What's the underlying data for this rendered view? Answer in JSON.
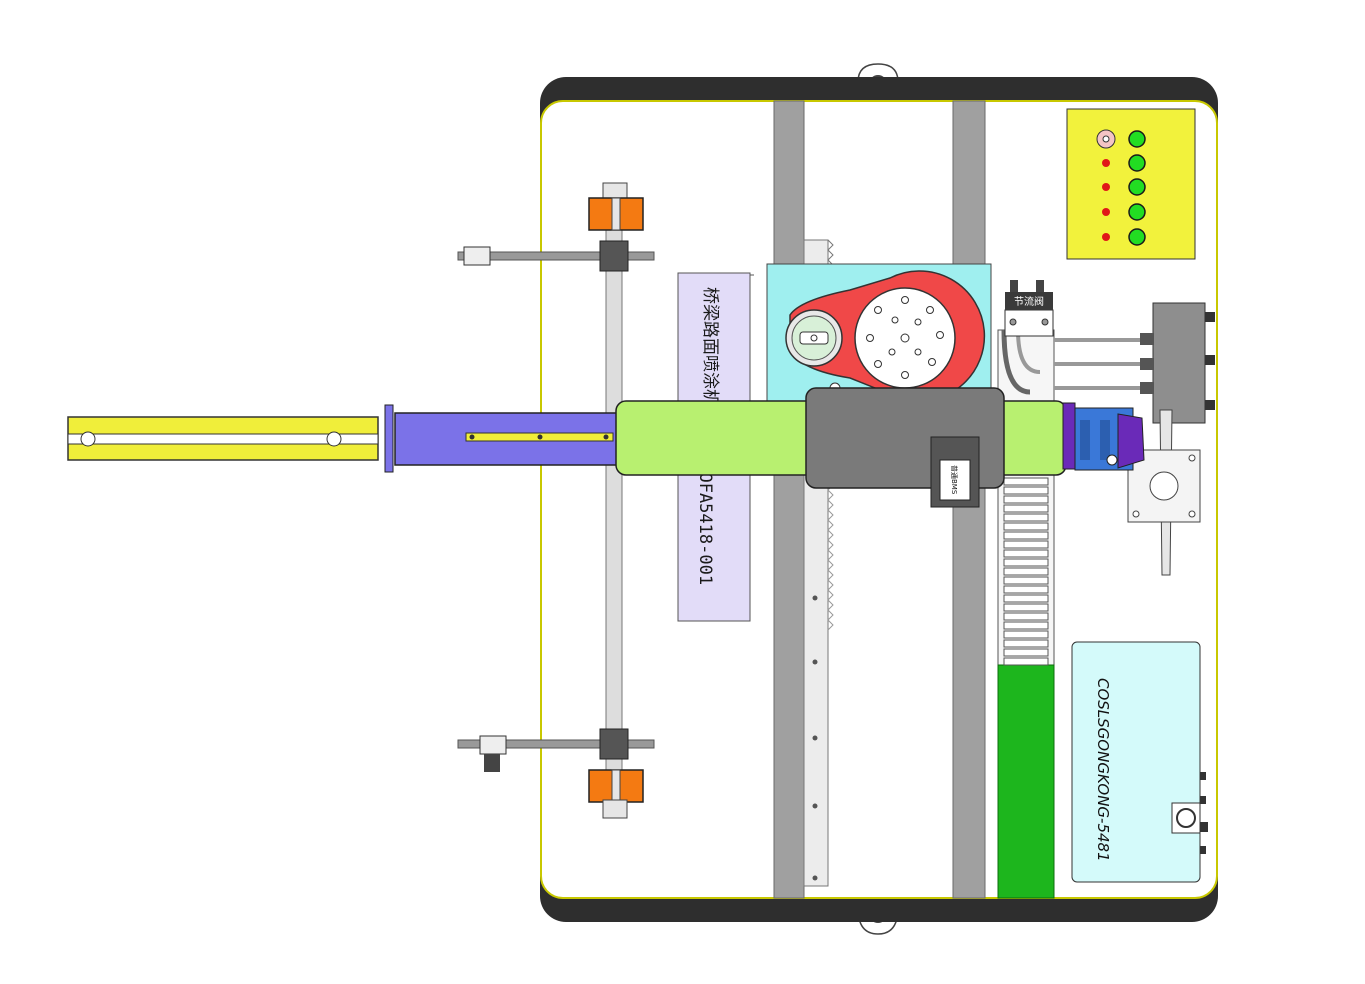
{
  "labels": {
    "plate_cn": "桥梁路面喷涂机器",
    "plate_code": "KJOFA5418-001",
    "throttle_valve": "节流阀",
    "box_code": "COSLSGONGKONG-5481",
    "motor_tag": "普通BMS"
  },
  "colors": {
    "frame": "#2e2e2e",
    "board": "#ffffff",
    "board_outline": "#c8c800",
    "rail": "#a0a0a0",
    "rack": "#ececec",
    "cyan_block": "#9fefef",
    "red_arm": "#f04848",
    "green_tube": "#b8f070",
    "gray_tube": "#7a7a7a",
    "blue_cyl": "#7b72e8",
    "yellow": "#f0ee3a",
    "orange": "#f47a12",
    "panel_yellow": "#f2f23c",
    "lamp_green": "#22dd22",
    "lamp_red": "#e01818",
    "plate_lavender": "#e2dcf8",
    "box_cyan": "#d4fafa",
    "chain_green": "#1db61d",
    "motor_blue": "#3a78d8",
    "motor_purple": "#6a2ab8"
  },
  "icons": [
    "mounting-ear-icon",
    "pressure-gauge-icon",
    "indicator-lamp-icon"
  ]
}
